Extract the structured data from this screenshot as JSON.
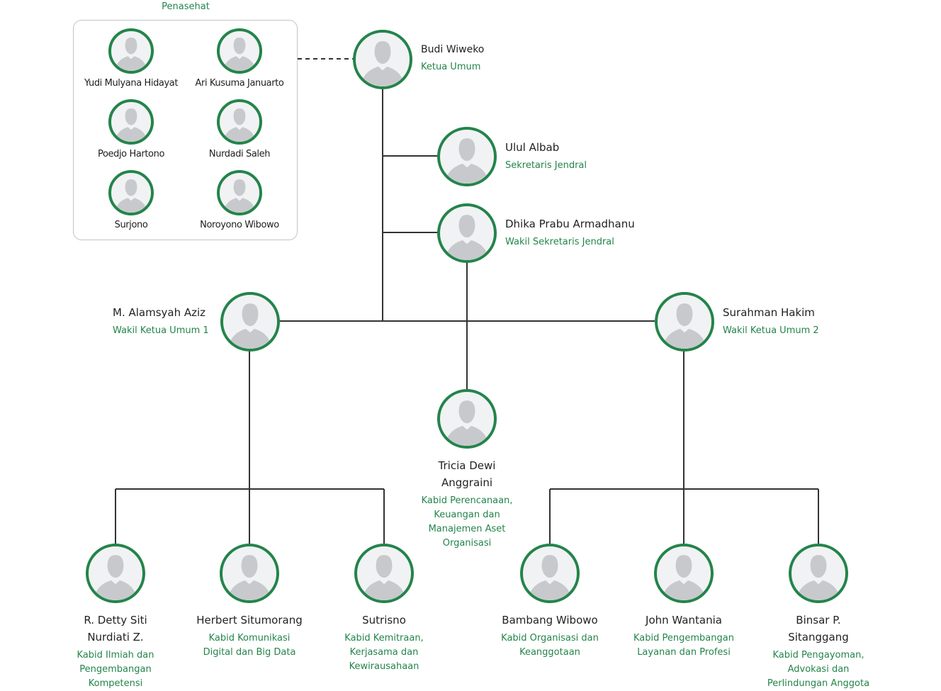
{
  "advisors": {
    "title": "Penasehat",
    "members": [
      {
        "name": "Yudi Mulyana Hidayat"
      },
      {
        "name": "Ari Kusuma Januarto"
      },
      {
        "name": "Poedjo Hartono"
      },
      {
        "name": "Nurdadi Saleh"
      },
      {
        "name": "Surjono"
      },
      {
        "name": "Noroyono Wibowo"
      }
    ]
  },
  "ketua": {
    "name": "Budi Wiweko",
    "role": "Ketua Umum"
  },
  "sekjen": {
    "name": "Ulul Albab",
    "role": "Sekretaris Jendral"
  },
  "wasekjen": {
    "name": "Dhika Prabu Armadhanu",
    "role": "Wakil Sekretaris Jendral"
  },
  "waketum1": {
    "name": "M. Alamsyah Aziz",
    "role": "Wakil Ketua Umum 1"
  },
  "waketum2": {
    "name": "Surahman Hakim",
    "role": "Wakil Ketua Umum 2"
  },
  "kabid_perencanaan": {
    "name": "Tricia Dewi Anggraini",
    "role": "Kabid Perencanaan, Keuangan dan Manajemen Aset Organisasi"
  },
  "kabid_ilmiah": {
    "name": "R. Detty Siti Nurdiati Z.",
    "role": "Kabid Ilmiah dan Pengembangan Kompetensi"
  },
  "kabid_komunikasi": {
    "name": "Herbert Situmorang",
    "role": "Kabid Komunikasi Digital dan Big Data"
  },
  "kabid_kemitraan": {
    "name": "Sutrisno",
    "role": "Kabid Kemitraan, Kerjasama dan Kewirausahaan"
  },
  "kabid_organisasi": {
    "name": "Bambang Wibowo",
    "role": "Kabid Organisasi dan Keanggotaan"
  },
  "kabid_layanan": {
    "name": "John Wantania",
    "role": "Kabid Pengembangan Layanan dan Profesi"
  },
  "kabid_pengayoman": {
    "name": "Binsar P. Sitanggang",
    "role": "Kabid Pengayoman, Advokasi dan Perlindungan Anggota"
  },
  "colors": {
    "accent": "#23844a",
    "line": "#333333",
    "avatar_bg": "#f1f2f4",
    "silhouette": "#c8c9cd"
  }
}
